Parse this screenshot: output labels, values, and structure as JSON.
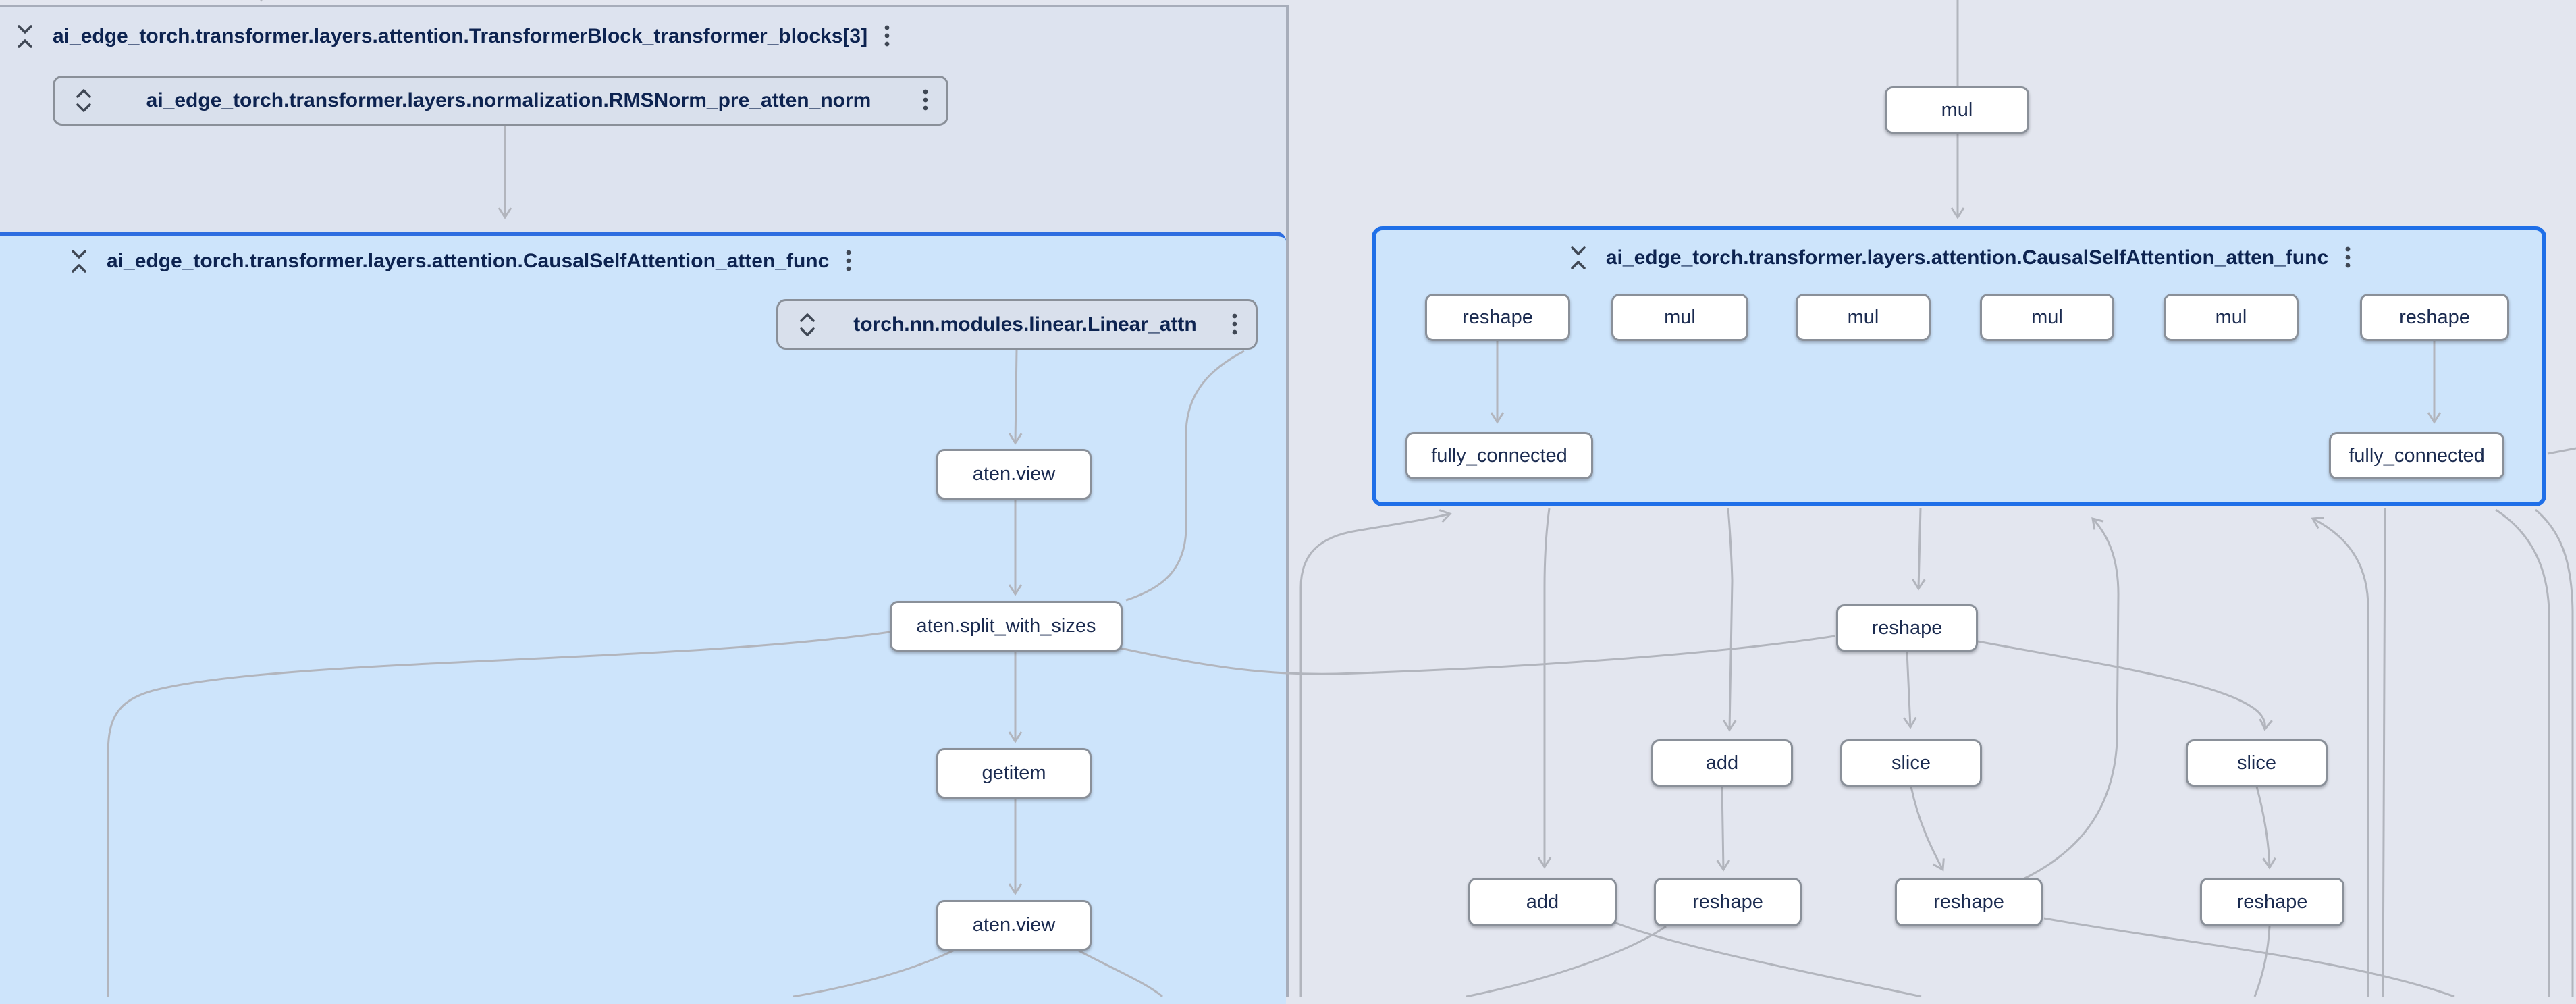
{
  "left_panel": {
    "title": "ai_edge_torch.transformer.layers.attention.TransformerBlock_transformer_blocks[3]",
    "rmsnorm_node": {
      "label": "ai_edge_torch.transformer.layers.normalization.RMSNorm_pre_atten_norm"
    },
    "attention_group": {
      "title": "ai_edge_torch.transformer.layers.attention.CausalSelfAttention_atten_func",
      "linear_node": {
        "label": "torch.nn.modules.linear.Linear_attn"
      },
      "op_nodes": [
        "aten.view",
        "aten.split_with_sizes",
        "getitem",
        "aten.view"
      ]
    }
  },
  "right_canvas": {
    "mul_node": "mul",
    "attention_group": {
      "title": "ai_edge_torch.transformer.layers.attention.CausalSelfAttention_atten_func",
      "row1": [
        "reshape",
        "mul",
        "mul",
        "mul",
        "mul",
        "reshape"
      ],
      "row2": [
        "fully_connected",
        "fully_connected"
      ]
    },
    "outer_nodes": {
      "reshape_mid": "reshape",
      "add_mid": "add",
      "slice_1": "slice",
      "slice_2": "slice",
      "add_bottom": "add",
      "reshape_b1": "reshape",
      "reshape_b2": "reshape",
      "reshape_b3": "reshape"
    }
  },
  "icons": {
    "collapse": "unfold-less-icon",
    "expand": "unfold-more-icon",
    "menu": "kebab-menu-icon"
  },
  "colors": {
    "selected_group_border": "#1f6fe8",
    "group_fill": "#cde4fb",
    "panel_fill": "#dde3ef",
    "canvas": "#e3e6ef",
    "node_border": "#8a9099",
    "edge": "#b2b5bd",
    "title_text": "#0d2350"
  }
}
